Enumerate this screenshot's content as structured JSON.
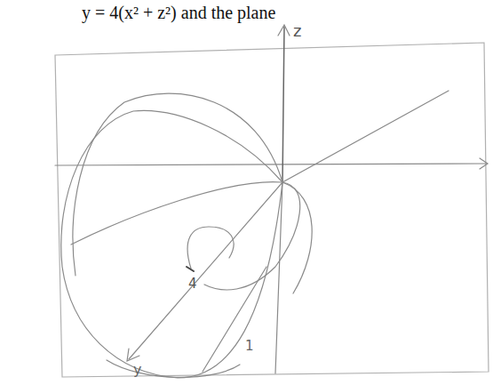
{
  "diagram": {
    "labels": [
      "y = 4(x² + z²) and the plane",
      "z",
      "4",
      "1",
      "y"
    ]
  }
}
